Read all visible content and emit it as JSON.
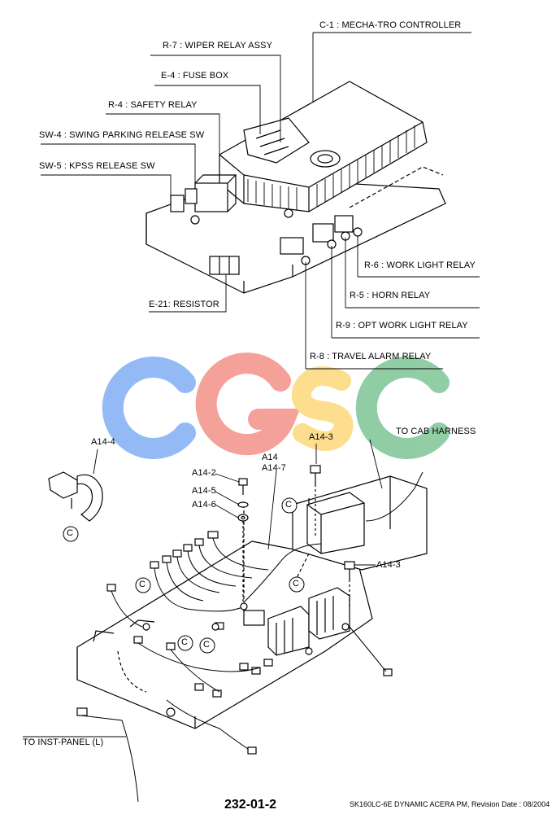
{
  "callouts_top": {
    "c1": "C-1 :  MECHA-TRO CONTROLLER",
    "r7": "R-7 :  WIPER RELAY ASSY",
    "e4": "E-4 :  FUSE BOX",
    "r4": "R-4 :  SAFETY RELAY",
    "sw4": "SW-4 : SWING PARKING RELEASE SW",
    "sw5": "SW-5 : KPSS RELEASE SW",
    "r6": "R-6 :  WORK LIGHT RELAY",
    "r5": "R-5 :  HORN RELAY",
    "r9": "R-9 :  OPT WORK LIGHT RELAY",
    "e21": "E-21: RESISTOR",
    "r8": "R-8 :  TRAVEL ALARM RELAY"
  },
  "callouts_bottom": {
    "a14_4": "A14-4",
    "a14_3_top": "A14-3",
    "to_cab": "TO CAB HARNESS",
    "a14_2": "A14-2",
    "a14": "A14",
    "a14_7": "A14-7",
    "a14_5": "A14-5",
    "a14_6": "A14-6",
    "a14_3_right": "A14-3",
    "to_inst": "TO INST-PANEL  (L)",
    "c_mark": "C"
  },
  "watermark": {
    "letters": [
      "C",
      "G",
      "S",
      "C"
    ],
    "colors": [
      "#7aaaf5",
      "#f28b80",
      "#fcd672",
      "#75c08e"
    ]
  },
  "footer": {
    "page_number": "232-01-2",
    "revision": "SK160LC-6E DYNAMIC ACERA PM, Revision Date : 08/2004"
  }
}
